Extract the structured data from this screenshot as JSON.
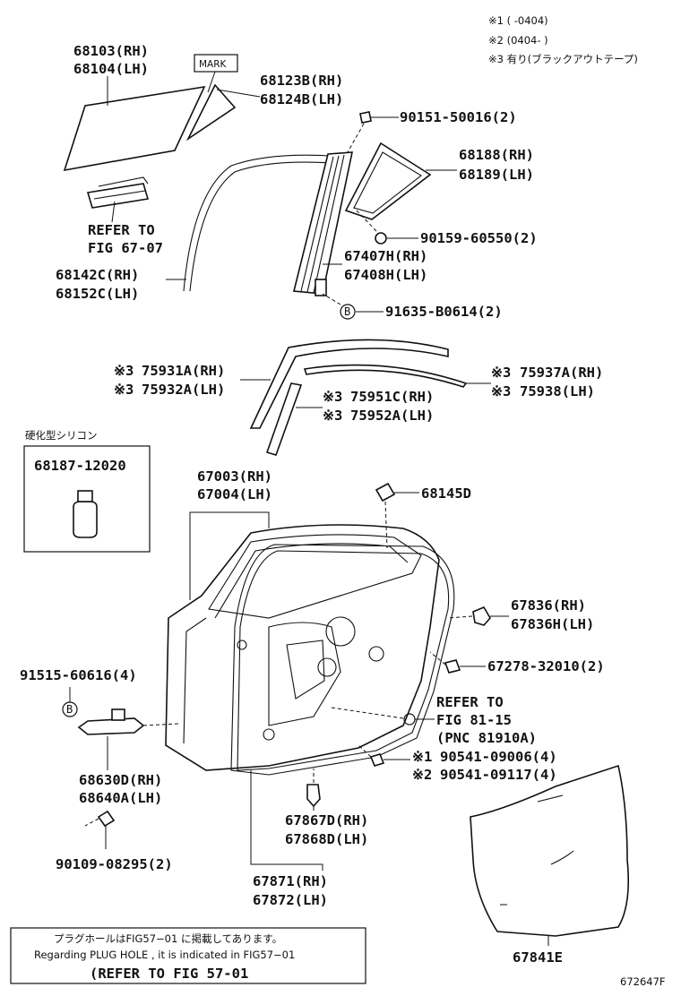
{
  "notes": {
    "n1": "※1 (    -0404)",
    "n2": "※2 (0404-    )",
    "n3": "※3 有り(ブラックアウトテープ)"
  },
  "mark_text": "MARK",
  "labels": {
    "l68103": "68103(RH)",
    "l68104": "68104(LH)",
    "l68123b": "68123B(RH)",
    "l68124b": "68124B(LH)",
    "l90151": "90151-50016(2)",
    "l68188": "68188(RH)",
    "l68189": "68189(LH)",
    "refer1a": "REFER TO",
    "refer1b": "FIG 67-07",
    "l90159": "90159-60550(2)",
    "l68142c": "68142C(RH)",
    "l68152c": "68152C(LH)",
    "l67407h": "67407H(RH)",
    "l67408h": "67408H(LH)",
    "l91635": "91635-B0614(2)",
    "l75931a": "75931A(RH)",
    "l75932a": "75932A(LH)",
    "l75937a": "75937A(RH)",
    "l75938": "75938(LH)",
    "l75951c": "75951C(RH)",
    "l75952a": "75952A(LH)",
    "silicone_title": "硬化型シリコン",
    "l68187": "68187-12020",
    "l67003": "67003(RH)",
    "l67004": "67004(LH)",
    "l68145d": "68145D",
    "l67836": "67836(RH)",
    "l67836h": "67836H(LH)",
    "l91515": "91515-60616(4)",
    "l67278": "67278-32010(2)",
    "refer2a": "REFER TO",
    "refer2b": "FIG 81-15",
    "refer2c": "(PNC 81910A)",
    "l90541a": "90541-09006(4)",
    "l90541b": "90541-09117(4)",
    "l68630d": "68630D(RH)",
    "l68640a": "68640A(LH)",
    "l67867d": "67867D(RH)",
    "l67868d": "67868D(LH)",
    "l90109": "90109-08295(2)",
    "l67871": "67871(RH)",
    "l67872": "67872(LH)",
    "l67841e": "67841E",
    "mark_ast1": "※1",
    "mark_ast2": "※2",
    "mark_ast3": "※3",
    "b_symbol": "B"
  },
  "footer": {
    "jp": "プラグホールはFIG57−01 に掲載してあります。",
    "en": "Regarding PLUG HOLE , it is indicated in FIG57−01",
    "refer": "(REFER TO FIG 57-01"
  },
  "figure_id": "672647F"
}
